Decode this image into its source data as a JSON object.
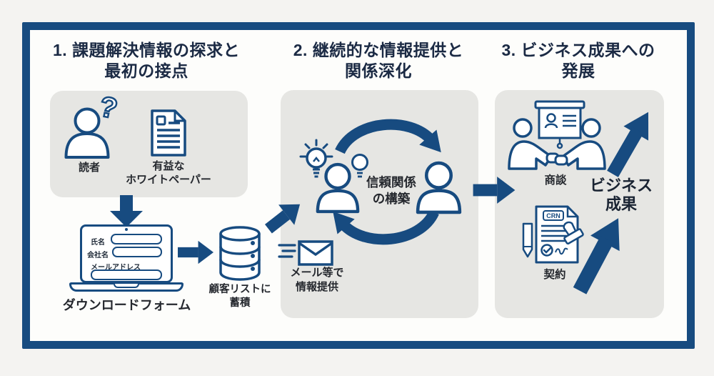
{
  "colors": {
    "navy": "#174b80",
    "panel_bg": "#e6e6e3",
    "page_bg": "#f4f3f1",
    "inner_bg": "#fdfdfb",
    "dark_text": "#1b2a44",
    "label_text": "#25282e",
    "result_text": "#1a2433"
  },
  "stage1": {
    "title_line1": "1. 課題解決情報の探求と",
    "title_line2": "最初の接点",
    "reader": {
      "question_mark": "?",
      "label": "読者"
    },
    "whitepaper": {
      "label_line1": "有益な",
      "label_line2": "ホワイトペーパー"
    },
    "form": {
      "name_label": "氏名",
      "company_label": "会社名",
      "email_label": "メールアドレス",
      "caption": "ダウンロードフォーム"
    },
    "database": {
      "label_line1": "顧客リストに",
      "label_line2": "蓄積"
    }
  },
  "stage2": {
    "title_line1": "2. 継続的な情報提供と",
    "title_line2": "関係深化",
    "trust": {
      "label_line1": "信頼関係",
      "label_line2": "の構築"
    },
    "mail": {
      "label_line1": "メール等で",
      "label_line2": "情報提供"
    }
  },
  "stage3": {
    "title_line1": "3. ビジネス成果への",
    "title_line2": "発展",
    "meeting_label": "商談",
    "contract": {
      "doc_text": "CRN",
      "label": "契約"
    },
    "result": {
      "label_line1": "ビジネス",
      "label_line2": "成果"
    }
  }
}
